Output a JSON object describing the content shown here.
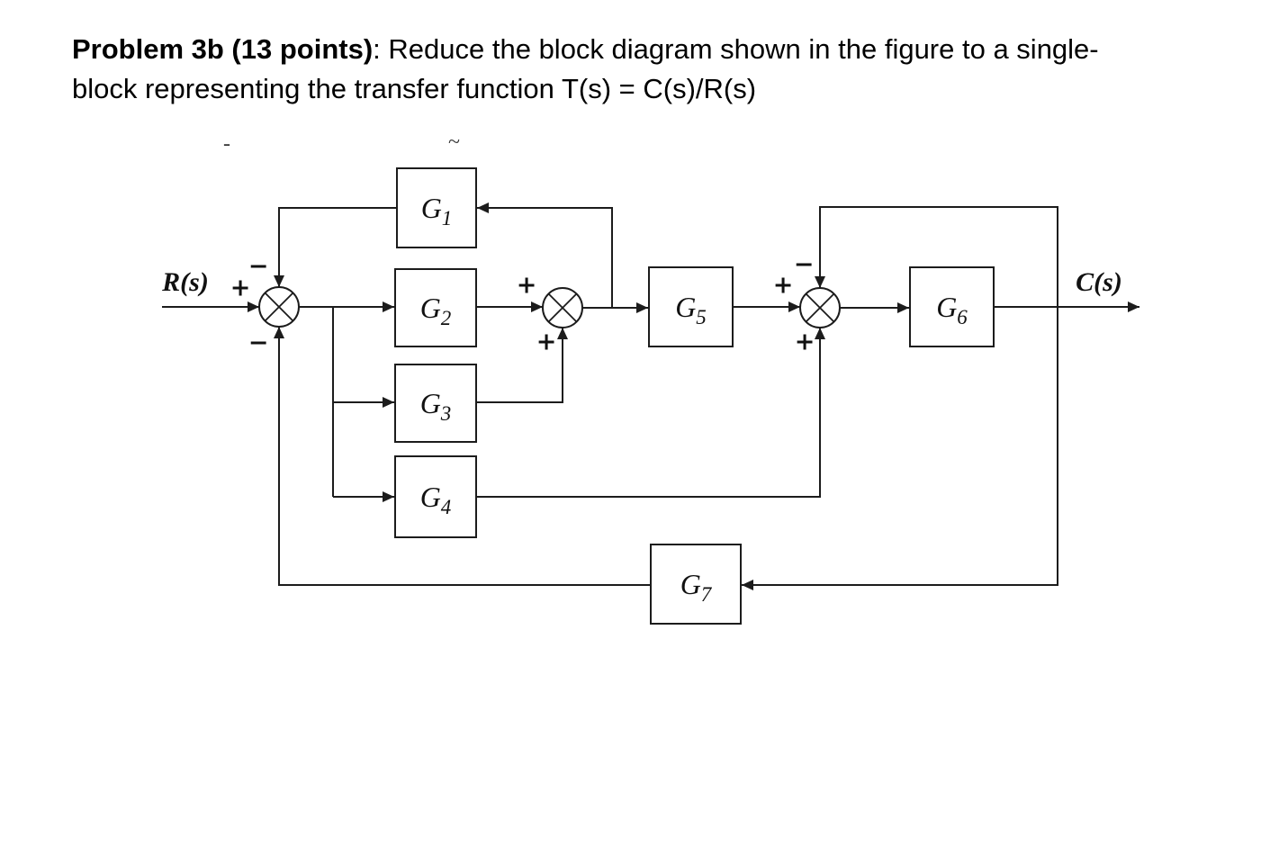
{
  "header": {
    "bold": "Problem 3b (13 points)",
    "line1_rest": ": Reduce the block diagram shown in the figure to a single-",
    "line2": "block representing the transfer function T(s) = C(s)/R(s)"
  },
  "diagram": {
    "source_label": "R(s)",
    "sink_label": "C(s)",
    "blocks": {
      "g1": {
        "letter": "G",
        "sub": "1"
      },
      "g2": {
        "letter": "G",
        "sub": "2"
      },
      "g3": {
        "letter": "G",
        "sub": "3"
      },
      "g4": {
        "letter": "G",
        "sub": "4"
      },
      "g5": {
        "letter": "G",
        "sub": "5"
      },
      "g6": {
        "letter": "G",
        "sub": "6"
      },
      "g7": {
        "letter": "G",
        "sub": "7"
      }
    },
    "signs": {
      "sum1_left": "+",
      "sum1_top": "−",
      "sum1_bottom": "−",
      "sum2_left": "+",
      "sum2_bottom": "+",
      "sum3_left": "+",
      "sum3_top": "−",
      "sum3_bottom": "+"
    },
    "stray_marks": {
      "left": "-",
      "right": "~"
    },
    "line_color": "#1c1c1c"
  }
}
